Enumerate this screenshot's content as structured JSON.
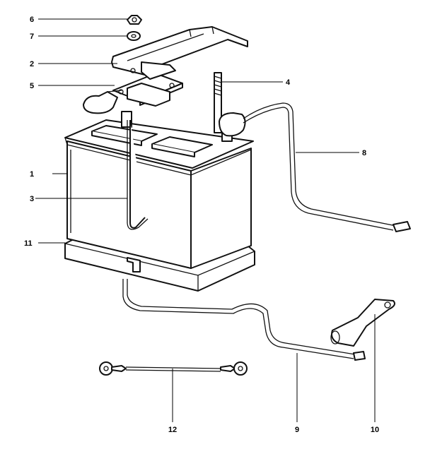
{
  "callouts": [
    "1",
    "2",
    "3",
    "4",
    "5",
    "6",
    "7",
    "8",
    "9",
    "10",
    "11",
    "12"
  ],
  "parts": {
    "battery": "battery-icon",
    "hold_down_bracket": "bracket-icon",
    "hold_down_rod": "rod-icon",
    "stud": "stud-icon",
    "clamp_plate": "plate-icon",
    "nut": "nut-icon",
    "washer": "washer-icon",
    "positive_cable": "cable-icon",
    "negative_cable": "cable-icon",
    "terminal_clamp": "clamp-icon",
    "battery_tray": "tray-icon",
    "ground_strap": "strap-icon"
  },
  "colors": {
    "ink": "#000000",
    "paper": "#ffffff"
  }
}
